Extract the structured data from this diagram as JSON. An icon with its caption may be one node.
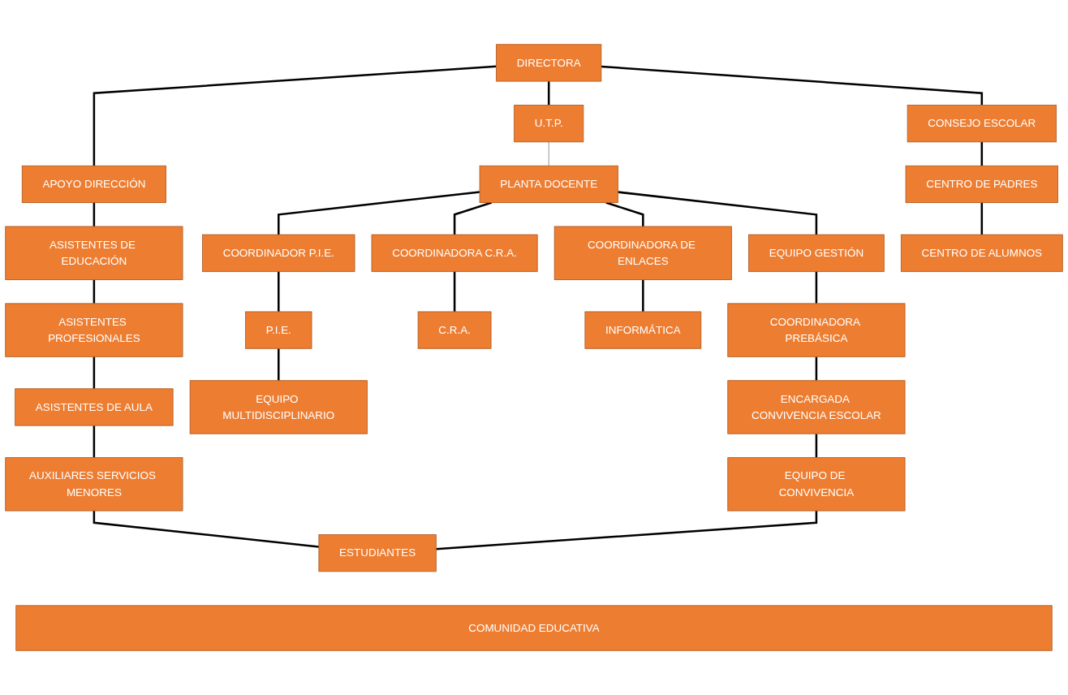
{
  "diagram": {
    "nodes": [
      {
        "text": [
          "DIRECTORA"
        ]
      },
      {
        "text": [
          "APOYO DIRECCIÓN"
        ]
      },
      {
        "text": [
          "U.T.P."
        ]
      },
      {
        "text": [
          "CONSEJO ESCOLAR"
        ]
      },
      {
        "text": [
          "ASISTENTES DE EDUCACIÓN"
        ]
      },
      {
        "text": [
          "PLANTA DOCENTE"
        ]
      },
      {
        "text": [
          "CENTRO DE PADRES"
        ]
      },
      {
        "text": [
          "ASISTENTES PROFESIONALES"
        ]
      },
      {
        "text": [
          "COORDINADOR P.I.E."
        ]
      },
      {
        "text": [
          "COORDINADORA C.R.A."
        ]
      },
      {
        "text": [
          "COORDINADORA DE ENLACES"
        ]
      },
      {
        "text": [
          "EQUIPO GESTIÓN"
        ]
      },
      {
        "text": [
          "CENTRO DE ALUMNOS"
        ]
      },
      {
        "text": [
          "ASISTENTES DE AULA"
        ]
      },
      {
        "text": [
          "P.I.E."
        ]
      },
      {
        "text": [
          "C.R.A."
        ]
      },
      {
        "text": [
          "INFORMÁTICA"
        ]
      },
      {
        "text": [
          "COORDINADORA PREBÁSICA"
        ]
      },
      {
        "text": [
          "AUXILIARES SERVICIOS MENORES"
        ]
      },
      {
        "text": [
          "EQUIPO MULTIDISCIPLINARIO"
        ]
      },
      {
        "text": [
          "ENCARGADA CONVIVENCIA ESCOLAR"
        ]
      },
      {
        "text": [
          "EQUIPO DE CONVIVENCIA"
        ]
      },
      {
        "text": [
          "ESTUDIANTES"
        ]
      },
      {
        "text": [
          "COMUNIDAD EDUCATIVA"
        ]
      }
    ],
    "edges": [
      {
        "from": 0,
        "to": 1,
        "arrow": "none"
      },
      {
        "from": 0,
        "to": 2,
        "arrow": "none"
      },
      {
        "from": 0,
        "to": 3,
        "arrow": "none"
      },
      {
        "from": 1,
        "to": 4,
        "arrow": "none"
      },
      {
        "from": 2,
        "to": 5,
        "arrow": "none",
        "color": "#808080"
      },
      {
        "from": 3,
        "to": 6,
        "arrow": "none"
      },
      {
        "from": 4,
        "to": 7,
        "arrow": "none"
      },
      {
        "from": 5,
        "to": 8,
        "arrow": "none"
      },
      {
        "from": 5,
        "to": 9,
        "arrow": "none"
      },
      {
        "from": 5,
        "to": 10,
        "arrow": "none"
      },
      {
        "from": 5,
        "to": 11,
        "arrow": "none"
      },
      {
        "from": 6,
        "to": 12,
        "arrow": "none"
      },
      {
        "from": 7,
        "to": 13,
        "arrow": "none"
      },
      {
        "from": 8,
        "to": 14,
        "arrow": "none"
      },
      {
        "from": 9,
        "to": 15,
        "arrow": "none"
      },
      {
        "from": 10,
        "to": 16,
        "arrow": "none"
      },
      {
        "from": 11,
        "to": 17,
        "arrow": "none"
      },
      {
        "from": 13,
        "to": 18,
        "arrow": "none"
      },
      {
        "from": 14,
        "to": 19,
        "arrow": "none"
      },
      {
        "from": 17,
        "to": 20,
        "arrow": "none"
      },
      {
        "from": 20,
        "to": 21,
        "arrow": "none"
      },
      {
        "from": 18,
        "to": 22,
        "arrow": "none"
      },
      {
        "from": 21,
        "to": 22,
        "arrow": "none"
      }
    ]
  }
}
